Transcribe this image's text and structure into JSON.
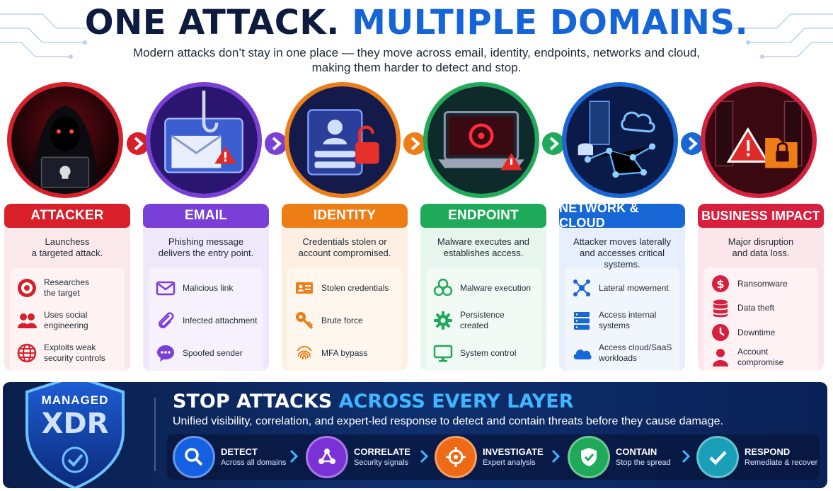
{
  "header": {
    "title_part1": "ONE ATTACK.",
    "title_part2": "MULTIPLE DOMAINS.",
    "subtitle_line1": "Modern attacks don’t stay in one place — they move across email, identity, endpoints, networks and cloud,",
    "subtitle_line2": "making them harder to detect and stop."
  },
  "stages": [
    {
      "title": "ATTACKER",
      "desc_line1": "Launchess",
      "desc_line2": "a targeted attack.",
      "items": [
        {
          "icon": "target-icon",
          "l1": "Researches",
          "l2": "the target"
        },
        {
          "icon": "people-icon",
          "l1": "Uses social",
          "l2": "engineering"
        },
        {
          "icon": "globe-icon",
          "l1": "Exploits weak",
          "l2": "security controls"
        }
      ]
    },
    {
      "title": "EMAIL",
      "desc_line1": "Phishing message",
      "desc_line2": "delivers the entry point.",
      "items": [
        {
          "icon": "envelope-icon",
          "l1": "Malicious link",
          "l2": ""
        },
        {
          "icon": "paperclip-icon",
          "l1": "Infected attachment",
          "l2": ""
        },
        {
          "icon": "chat-bubble-icon",
          "l1": "Spoofed sender",
          "l2": ""
        }
      ]
    },
    {
      "title": "IDENTITY",
      "desc_line1": "Credentials stolen or",
      "desc_line2": "account compromised.",
      "items": [
        {
          "icon": "id-card-icon",
          "l1": "Stolen credentials",
          "l2": ""
        },
        {
          "icon": "key-icon",
          "l1": "Brute force",
          "l2": ""
        },
        {
          "icon": "fingerprint-icon",
          "l1": "MFA bypass",
          "l2": ""
        }
      ]
    },
    {
      "title": "ENDPOINT",
      "desc_line1": "Malware executes and",
      "desc_line2": "establishes access.",
      "items": [
        {
          "icon": "biohazard-icon",
          "l1": "Malware execution",
          "l2": ""
        },
        {
          "icon": "gear-icon",
          "l1": "Persistence created",
          "l2": ""
        },
        {
          "icon": "monitor-icon",
          "l1": "System control",
          "l2": ""
        }
      ]
    },
    {
      "title": "NETWORK & CLOUD",
      "desc_line1": "Attacker moves laterally",
      "desc_line2": "and accesses critical systems.",
      "items": [
        {
          "icon": "network-icon",
          "l1": "Lateral mowement",
          "l2": ""
        },
        {
          "icon": "server-icon",
          "l1": "Access internal",
          "l2": "systems"
        },
        {
          "icon": "cloud-icon",
          "l1": "Access cloud/SaaS",
          "l2": "workloads"
        }
      ]
    },
    {
      "title": "BUSINESS IMPACT",
      "desc_line1": "Major disruption",
      "desc_line2": "and data loss.",
      "items": [
        {
          "icon": "ransom-dollar-icon",
          "l1": "Ransomware",
          "l2": ""
        },
        {
          "icon": "database-icon",
          "l1": "Data theft",
          "l2": ""
        },
        {
          "icon": "clock-icon",
          "l1": "Downtime",
          "l2": ""
        },
        {
          "icon": "user-icon",
          "l1": "Account compromise",
          "l2": ""
        }
      ]
    }
  ],
  "banner": {
    "badge_line1": "MANAGED",
    "badge_line2": "XDR",
    "title_white": "STOP ATTACKS",
    "title_cyan": "ACROSS EVERY LAYER",
    "subtitle": "Unified visibility, correlation, and expert-led response to detect and contain threats before they cause damage.",
    "steps": [
      {
        "title": "DETECT",
        "sub": "Across all domains"
      },
      {
        "title": "CORRELATE",
        "sub": "Security signals"
      },
      {
        "title": "INVESTIGATE",
        "sub": "Expert analysis"
      },
      {
        "title": "CONTAIN",
        "sub": "Stop the spread"
      },
      {
        "title": "RESPOND",
        "sub": "Remediate & recover"
      }
    ]
  },
  "colors": {
    "attacker": "#d81f2a",
    "email": "#7a3fd6",
    "identity": "#ef7d16",
    "endpoint": "#1faa59",
    "network": "#1767d6",
    "impact": "#d81f3e",
    "title_dark": "#0d1b3e",
    "title_blue": "#1565d8",
    "banner_bg": "#0a1f4d",
    "banner_cyan": "#3fb6ff"
  }
}
